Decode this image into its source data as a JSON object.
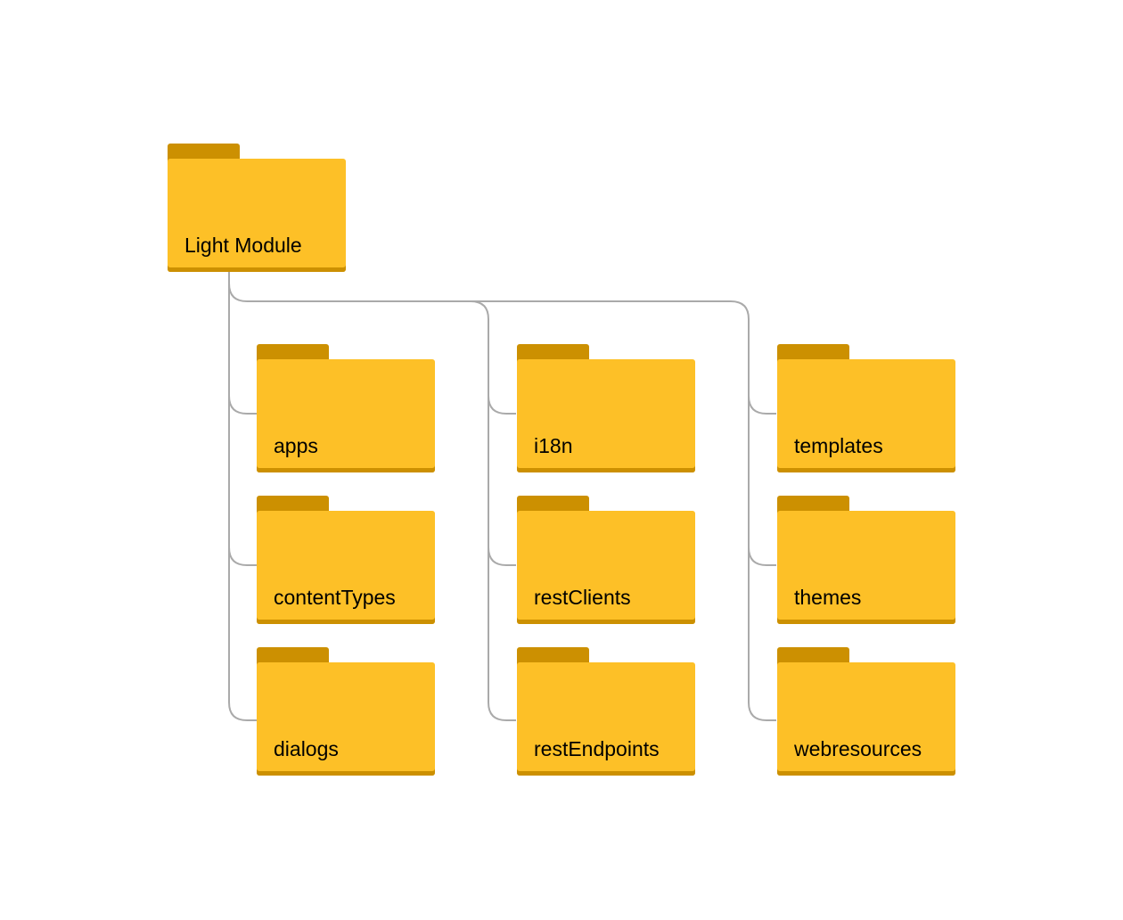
{
  "colors": {
    "folder_body": "#FDC027",
    "folder_tab": "#CC9001",
    "folder_shadow": "#CC9001",
    "connector": "#AAAAAA"
  },
  "root": {
    "label": "Light Module"
  },
  "columns": [
    {
      "folders": [
        {
          "label": "apps"
        },
        {
          "label": "contentTypes"
        },
        {
          "label": "dialogs"
        }
      ]
    },
    {
      "folders": [
        {
          "label": "i18n"
        },
        {
          "label": "restClients"
        },
        {
          "label": "restEndpoints"
        }
      ]
    },
    {
      "folders": [
        {
          "label": "templates"
        },
        {
          "label": "themes"
        },
        {
          "label": "webresources"
        }
      ]
    }
  ]
}
